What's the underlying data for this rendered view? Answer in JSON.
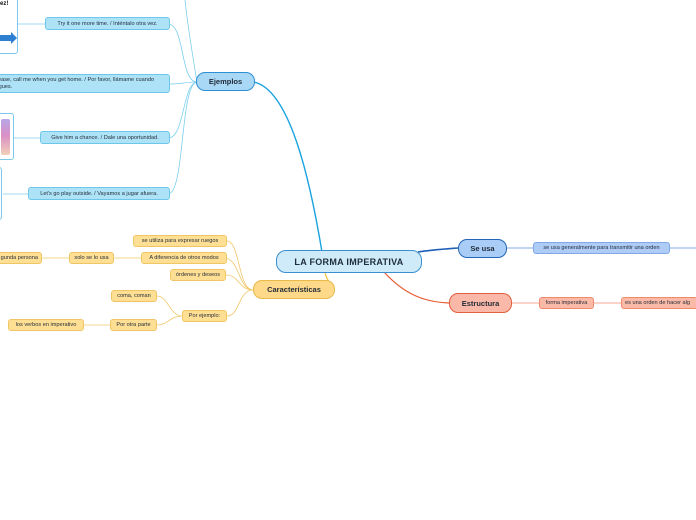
{
  "central": "LA FORMA IMPERATIVA",
  "ejemplos": {
    "label": "Ejemplos",
    "items": [
      "Try it one more time. / Inténtalo otra vez.",
      "Please, call me when you get home. / Por favor, llámame cuando llegues.",
      "Give him a chance. / Dale una oportunidad.",
      "Let's go play outside. / Vayamos a jugar afuera."
    ],
    "clipped_text": "ez!"
  },
  "se_usa": {
    "label": "Se usa",
    "items": [
      "se usa generalmente para transmitir una orden"
    ]
  },
  "estructura": {
    "label": "Estructura",
    "items": [
      "forma imperativa",
      "es una orden de hacer alg"
    ]
  },
  "caracteristicas": {
    "label": "Características",
    "items": [
      "se utiliza para expresar ruegos",
      "A diferencia de otros modos",
      "solo se lo usa",
      "gunda persona",
      "órdenes y deseos",
      "Por ejemplo:",
      "coma, coman",
      "Por otra parte",
      "los verbos en imperativo"
    ]
  },
  "colors": {
    "ejemplos": "#1aa3e0",
    "se_usa": "#1f5fb8",
    "estructura": "#e65a2f",
    "caracteristicas": "#f2c94c"
  }
}
